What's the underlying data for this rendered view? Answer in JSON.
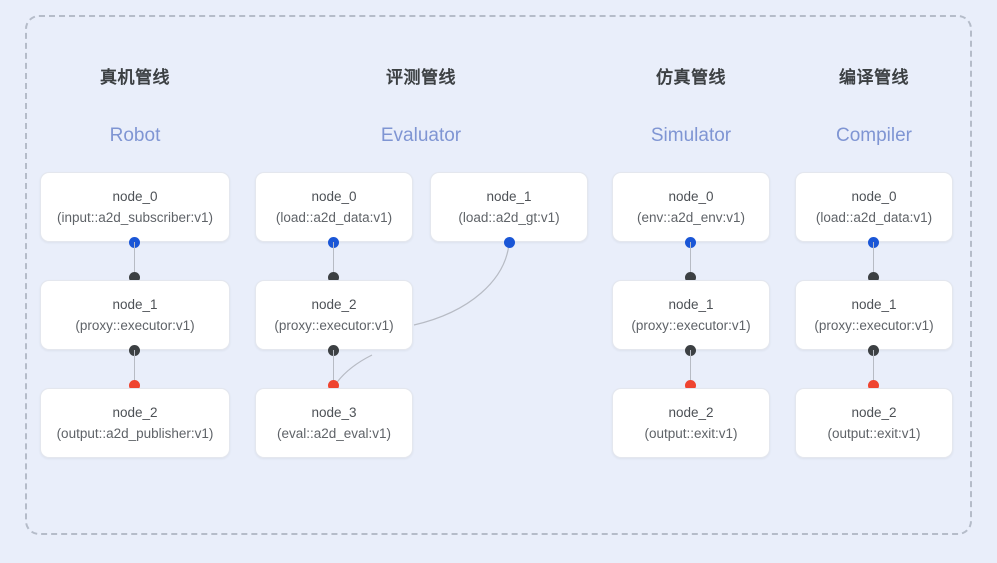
{
  "diagram": {
    "frame_style": "dashed-rounded-rectangle",
    "background_color": "#e9eefa",
    "accent_colors": {
      "port_output_blue": "#1a56d6",
      "port_proxy_dark": "#3c4043",
      "port_terminal_red": "#ef4430",
      "subtitle_blue": "#7f95d3",
      "title_gray": "#3c4043",
      "edge_gray": "#b7bbc4"
    }
  },
  "columns": [
    {
      "id": "robot",
      "title": "真机管线",
      "subtitle": "Robot",
      "nodes": [
        {
          "name": "node_0",
          "kind": "(input::a2d_subscriber:v1)"
        },
        {
          "name": "node_1",
          "kind": "(proxy::executor:v1)"
        },
        {
          "name": "node_2",
          "kind": "(output::a2d_publisher:v1)"
        }
      ]
    },
    {
      "id": "evaluator",
      "title": "评测管线",
      "subtitle": "Evaluator",
      "nodes": [
        {
          "name": "node_0",
          "kind": "(load::a2d_data:v1)"
        },
        {
          "name": "node_1",
          "kind": "(load::a2d_gt:v1)"
        },
        {
          "name": "node_2",
          "kind": "(proxy::executor:v1)"
        },
        {
          "name": "node_3",
          "kind": "(eval::a2d_eval:v1)"
        }
      ]
    },
    {
      "id": "simulator",
      "title": "仿真管线",
      "subtitle": "Simulator",
      "nodes": [
        {
          "name": "node_0",
          "kind": "(env::a2d_env:v1)"
        },
        {
          "name": "node_1",
          "kind": "(proxy::executor:v1)"
        },
        {
          "name": "node_2",
          "kind": "(output::exit:v1)"
        }
      ]
    },
    {
      "id": "compiler",
      "title": "编译管线",
      "subtitle": "Compiler",
      "nodes": [
        {
          "name": "node_0",
          "kind": "(load::a2d_data:v1)"
        },
        {
          "name": "node_1",
          "kind": "(proxy::executor:v1)"
        },
        {
          "name": "node_2",
          "kind": "(output::exit:v1)"
        }
      ]
    }
  ]
}
